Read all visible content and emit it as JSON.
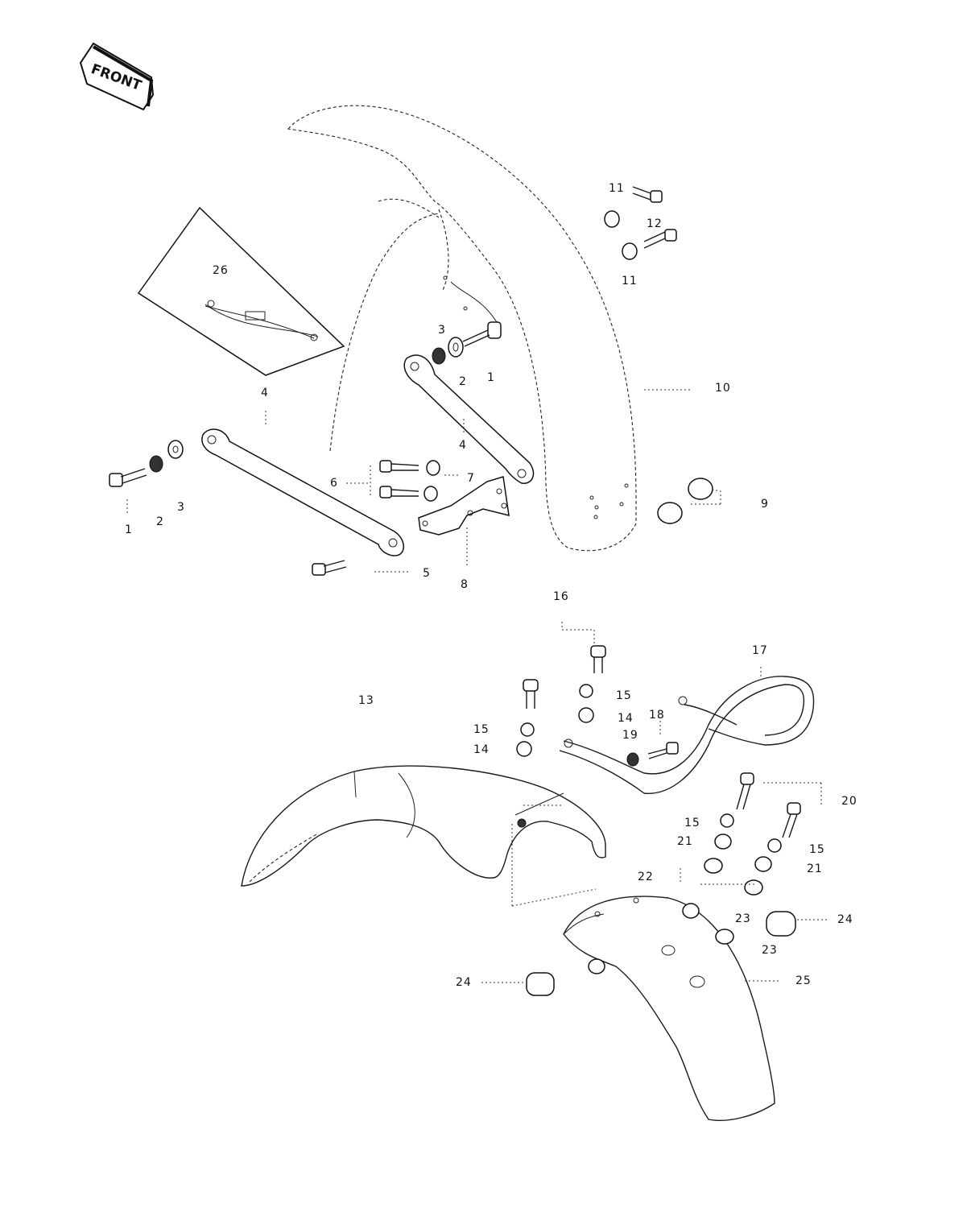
{
  "front_badge": {
    "text": "FRONT",
    "icon": "front-direction-arrow-icon"
  },
  "callouts": [
    {
      "id": "c26",
      "text": "26"
    },
    {
      "id": "c11a",
      "text": "11"
    },
    {
      "id": "c12",
      "text": "12"
    },
    {
      "id": "c11b",
      "text": "11"
    },
    {
      "id": "c3a",
      "text": "3"
    },
    {
      "id": "c2a",
      "text": "2"
    },
    {
      "id": "c1a",
      "text": "1"
    },
    {
      "id": "c10",
      "text": "10"
    },
    {
      "id": "c4a",
      "text": "4"
    },
    {
      "id": "c4b",
      "text": "4"
    },
    {
      "id": "c1b",
      "text": "1"
    },
    {
      "id": "c2b",
      "text": "2"
    },
    {
      "id": "c3b",
      "text": "3"
    },
    {
      "id": "c6",
      "text": "6"
    },
    {
      "id": "c7",
      "text": "7"
    },
    {
      "id": "c9",
      "text": "9"
    },
    {
      "id": "c5",
      "text": "5"
    },
    {
      "id": "c8",
      "text": "8"
    },
    {
      "id": "c16",
      "text": "16"
    },
    {
      "id": "c17",
      "text": "17"
    },
    {
      "id": "c13",
      "text": "13"
    },
    {
      "id": "c15a",
      "text": "15"
    },
    {
      "id": "c14a",
      "text": "14"
    },
    {
      "id": "c18",
      "text": "18"
    },
    {
      "id": "c19",
      "text": "19"
    },
    {
      "id": "c15b",
      "text": "15"
    },
    {
      "id": "c14b",
      "text": "14"
    },
    {
      "id": "c20",
      "text": "20"
    },
    {
      "id": "c15c",
      "text": "15"
    },
    {
      "id": "c21a",
      "text": "21"
    },
    {
      "id": "c15d",
      "text": "15"
    },
    {
      "id": "c21b",
      "text": "21"
    },
    {
      "id": "c22",
      "text": "22"
    },
    {
      "id": "c23a",
      "text": "23"
    },
    {
      "id": "c24a",
      "text": "24"
    },
    {
      "id": "c23b",
      "text": "23"
    },
    {
      "id": "c24b",
      "text": "24"
    },
    {
      "id": "c25",
      "text": "25"
    }
  ]
}
